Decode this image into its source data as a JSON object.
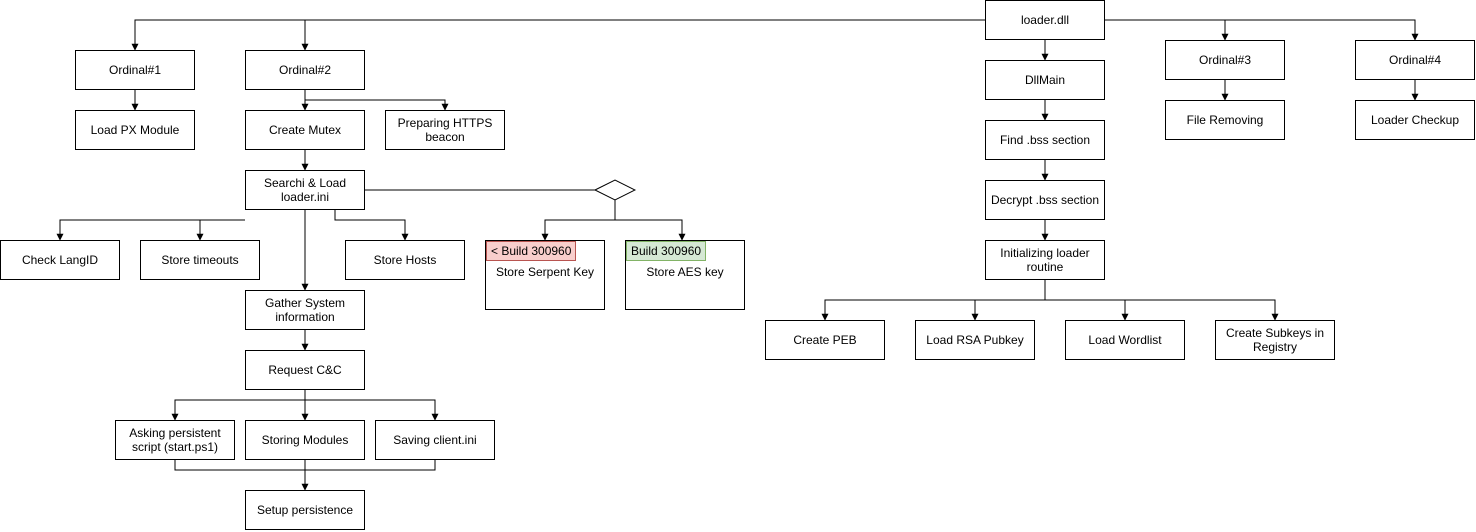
{
  "colors": {
    "line": "#000000",
    "tag_red_fill": "#f8cecc",
    "tag_red_stroke": "#b85450",
    "tag_green_fill": "#d5e8d4",
    "tag_green_stroke": "#82b366"
  },
  "nodes": {
    "loader": "loader.dll",
    "ord1": "Ordinal#1",
    "ord2": "Ordinal#2",
    "ord3": "Ordinal#3",
    "ord4": "Ordinal#4",
    "loadpx": "Load PX Module",
    "mutex": "Create Mutex",
    "https": "Preparing HTTPS beacon",
    "search": "Searchi & Load loader.ini",
    "langid": "Check LangID",
    "timeouts": "Store timeouts",
    "hosts": "Store Hosts",
    "serpent": "Store Serpent Key",
    "aes": "Store AES key",
    "gather": "Gather System information",
    "cnc": "Request C&C",
    "asking": "Asking persistent script (start.ps1)",
    "storing": "Storing Modules",
    "saving": "Saving client.ini",
    "persist": "Setup persistence",
    "dllmain": "DllMain",
    "findbss": "Find .bss section",
    "decbss": "Decrypt .bss section",
    "init": "Initializing loader routine",
    "peb": "Create PEB",
    "rsa": "Load RSA Pubkey",
    "wordlist": "Load Wordlist",
    "subkeys": "Create Subkeys in Registry",
    "fileremove": "File Removing",
    "checkup": "Loader Checkup"
  },
  "tags": {
    "serpent": "< Build 300960",
    "aes": "Build 300960"
  }
}
